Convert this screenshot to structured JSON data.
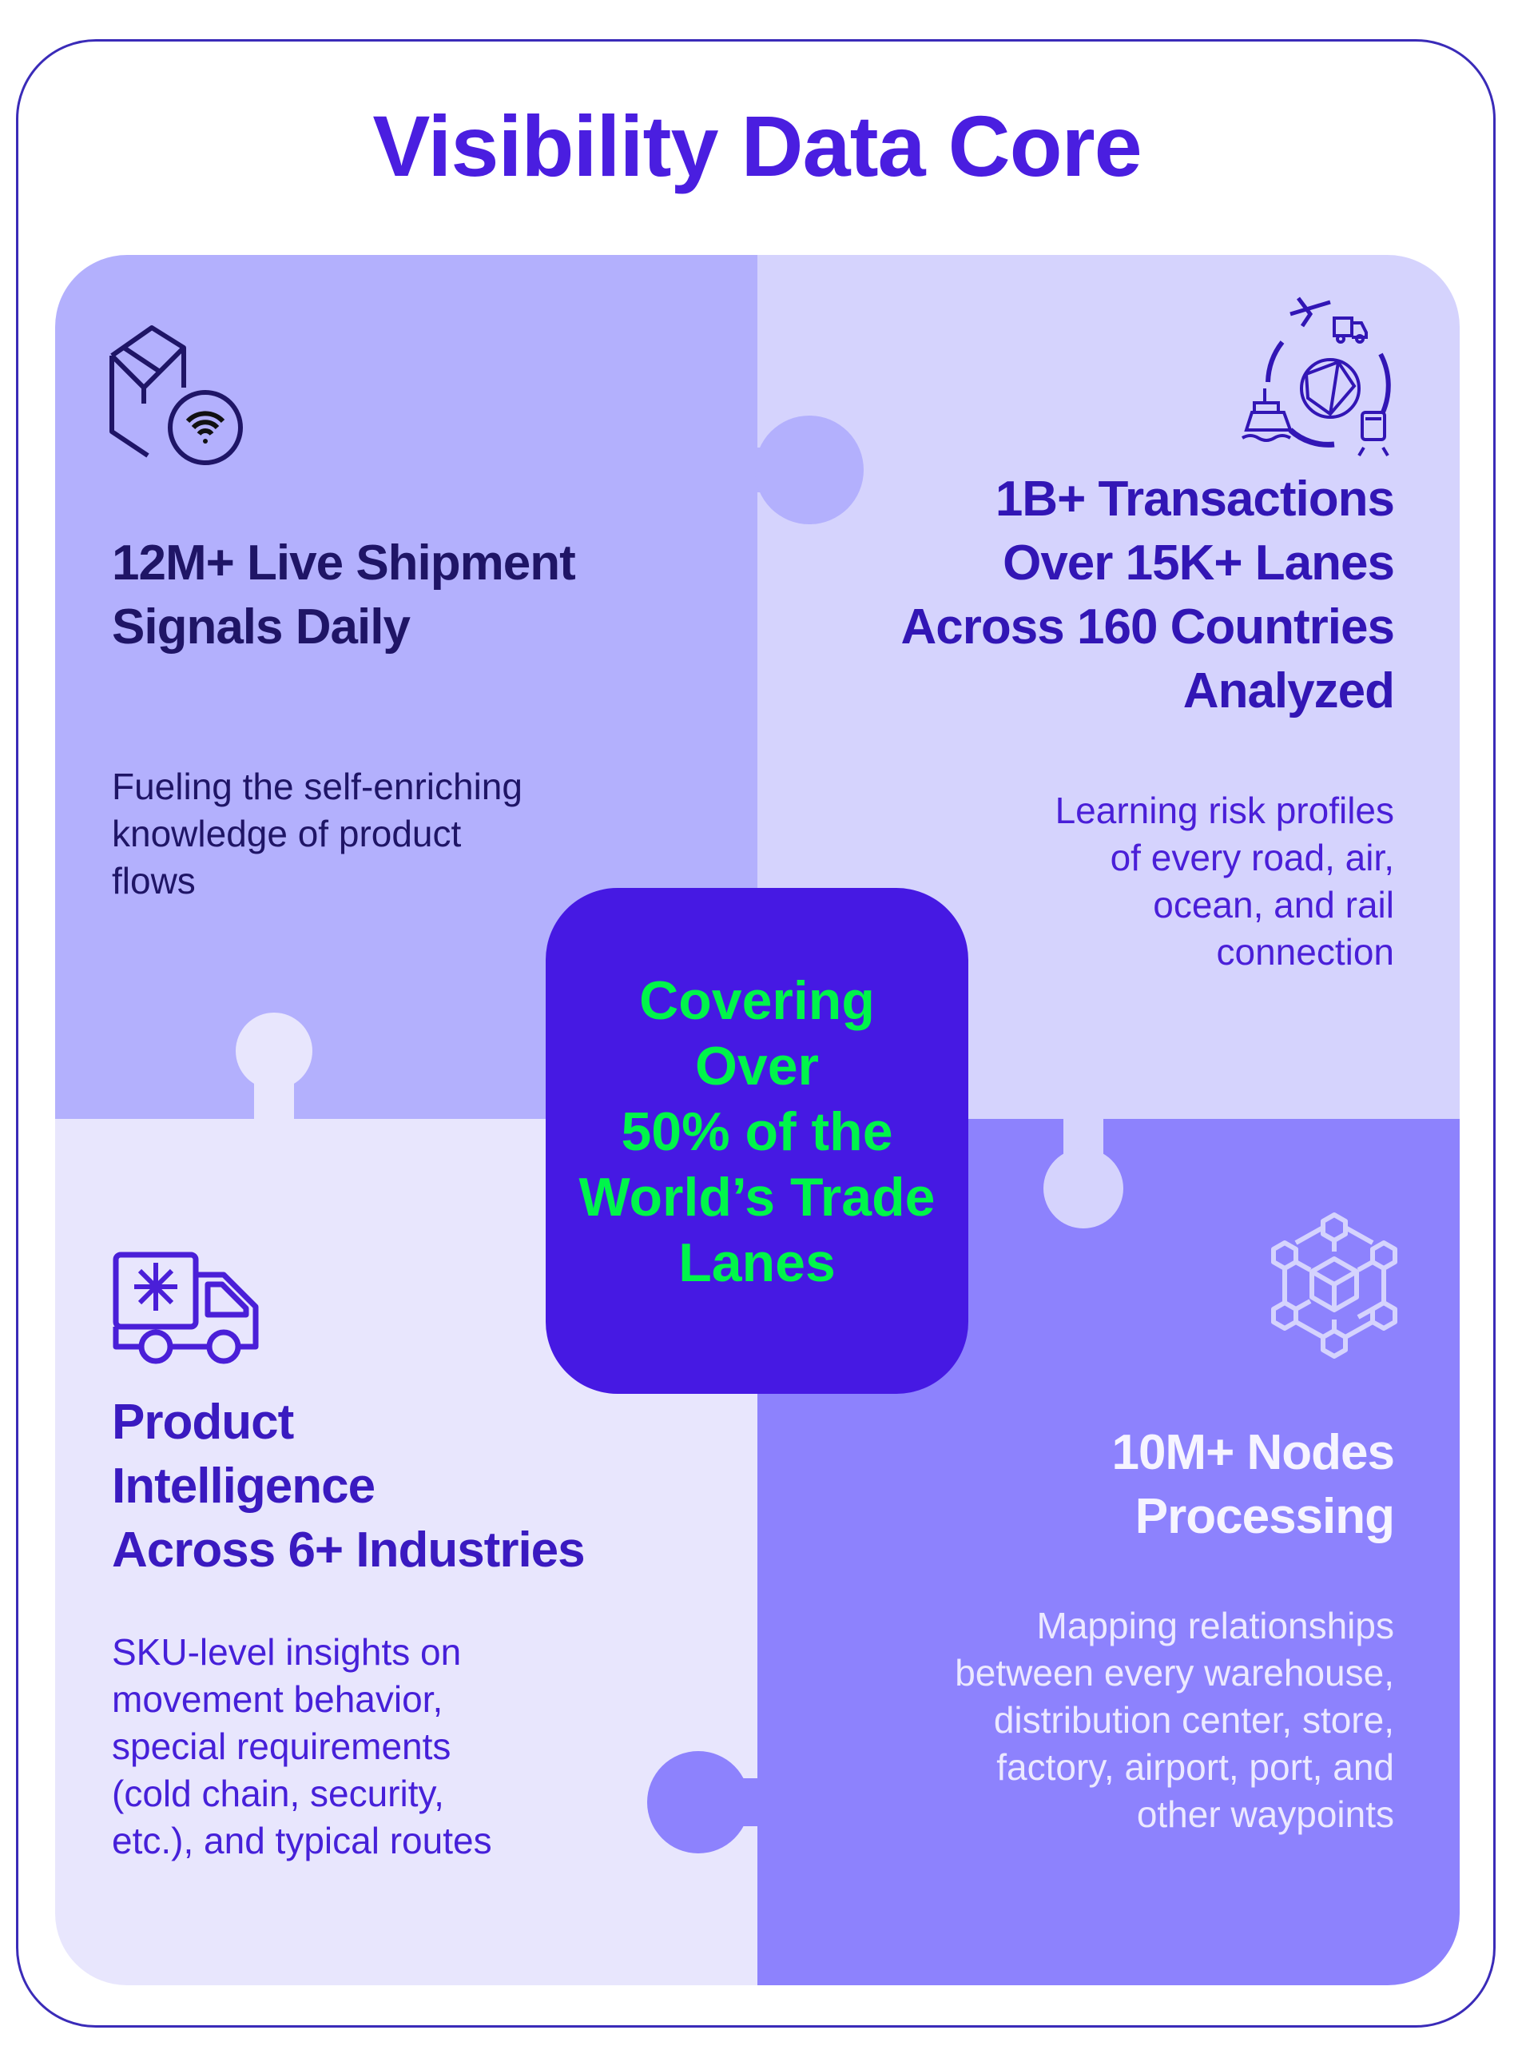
{
  "title": "Visibility Data Core",
  "colors": {
    "accent": "#4a1ee0",
    "center_bg": "#4619e3",
    "center_text": "#00f54a",
    "tl_bg": "#b3b0fd",
    "tr_bg": "#d5d3fd",
    "bl_bg": "#e8e6fd",
    "br_bg": "#8d82fd"
  },
  "center": {
    "lines": [
      "Covering",
      "Over",
      "50% of the",
      "World’s Trade",
      "Lanes"
    ]
  },
  "quadrants": [
    {
      "icon": "package-wifi-icon",
      "heading": [
        "12M+ Live Shipment",
        "Signals Daily"
      ],
      "body": [
        "Fueling the self-enriching",
        "knowledge of product",
        "flows"
      ]
    },
    {
      "icon": "global-transport-icon",
      "heading": [
        "1B+ Transactions",
        "Over 15K+ Lanes",
        "Across 160 Countries",
        "Analyzed"
      ],
      "body": [
        "Learning risk profiles",
        "of every road, air,",
        "ocean, and rail",
        "connection"
      ]
    },
    {
      "icon": "refrigerated-truck-icon",
      "heading": [
        "Product",
        "Intelligence",
        "Across 6+ Industries"
      ],
      "body": [
        "SKU-level insights on",
        "movement behavior,",
        "special requirements",
        "(cold chain, security,",
        "etc.), and typical routes"
      ]
    },
    {
      "icon": "network-nodes-icon",
      "heading": [
        "10M+ Nodes",
        "Processing"
      ],
      "body": [
        "Mapping relationships",
        "between every warehouse,",
        "distribution center, store,",
        "factory, airport, port, and",
        "other waypoints"
      ]
    }
  ]
}
